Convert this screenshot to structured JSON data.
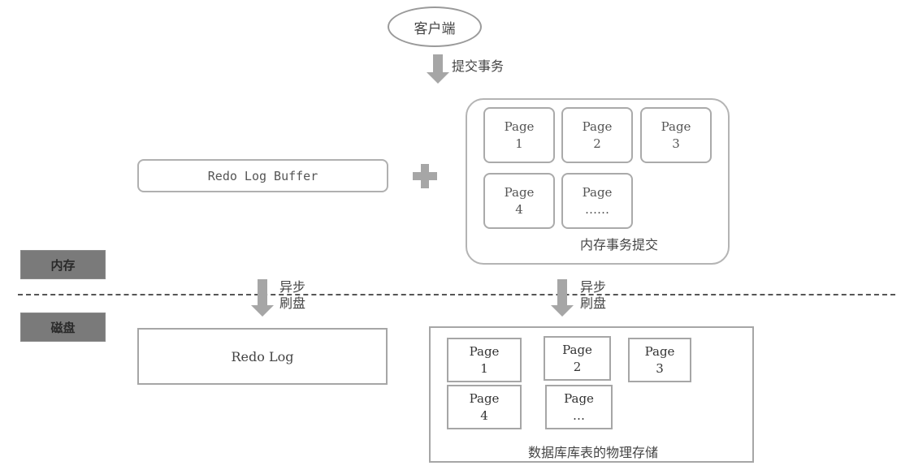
{
  "client": {
    "label": "客户端"
  },
  "submit_arrow": {
    "label": "提交事务"
  },
  "redo_log_buffer": {
    "label": "Redo Log Buffer"
  },
  "plus_icon": "plus-icon",
  "memory_pages": {
    "caption": "内存事务提交",
    "pages": [
      {
        "title": "Page",
        "id": "1"
      },
      {
        "title": "Page",
        "id": "2"
      },
      {
        "title": "Page",
        "id": "3"
      },
      {
        "title": "Page",
        "id": "4"
      },
      {
        "title": "Page",
        "id": "……"
      }
    ]
  },
  "zones": {
    "memory": "内存",
    "disk": "磁盘"
  },
  "flush_arrows": [
    {
      "line1": "异步",
      "line2": "刷盘"
    },
    {
      "line1": "异步",
      "line2": "刷盘"
    }
  ],
  "redo_log": {
    "label": "Redo Log"
  },
  "disk_pages": {
    "caption": "数据库库表的物理存储",
    "pages": [
      {
        "title": "Page",
        "id": "1"
      },
      {
        "title": "Page",
        "id": "2"
      },
      {
        "title": "Page",
        "id": "3"
      },
      {
        "title": "Page",
        "id": "4"
      },
      {
        "title": "Page",
        "id": "…"
      }
    ]
  }
}
